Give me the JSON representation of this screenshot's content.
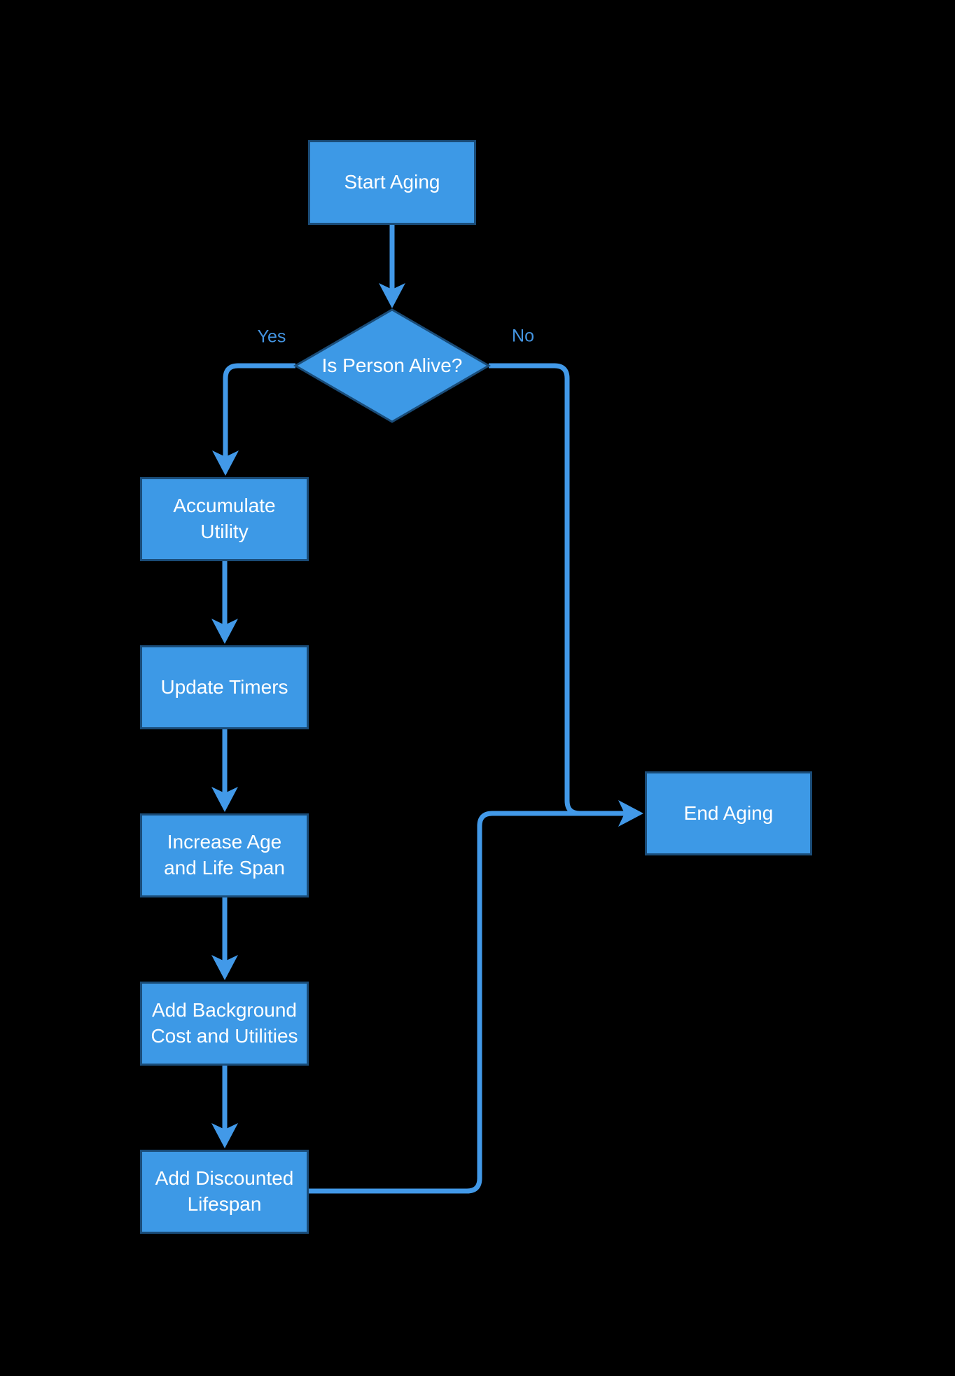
{
  "colors": {
    "bg": "#000000",
    "node_fill": "#3d99e6",
    "node_border": "#1a4c78",
    "connector": "#4299e8",
    "edge_label": "#4495e2",
    "node_text": "#ffffff"
  },
  "nodes": {
    "start": "Start Aging",
    "decision": "Is Person Alive?",
    "accumulate": "Accumulate Utility",
    "update_timers": "Update Timers",
    "increase_age": "Increase Age and Life Span",
    "background_cost": "Add Background Cost and Utilities",
    "discounted_lifespan": "Add Discounted Lifespan",
    "end": "End Aging"
  },
  "edge_labels": {
    "yes": "Yes",
    "no": "No"
  },
  "edges": [
    {
      "from": "start",
      "to": "decision",
      "label": ""
    },
    {
      "from": "decision",
      "to": "accumulate",
      "label": "Yes"
    },
    {
      "from": "decision",
      "to": "end",
      "label": "No"
    },
    {
      "from": "accumulate",
      "to": "update_timers",
      "label": ""
    },
    {
      "from": "update_timers",
      "to": "increase_age",
      "label": ""
    },
    {
      "from": "increase_age",
      "to": "background_cost",
      "label": ""
    },
    {
      "from": "background_cost",
      "to": "discounted_lifespan",
      "label": ""
    },
    {
      "from": "discounted_lifespan",
      "to": "end",
      "label": ""
    }
  ]
}
